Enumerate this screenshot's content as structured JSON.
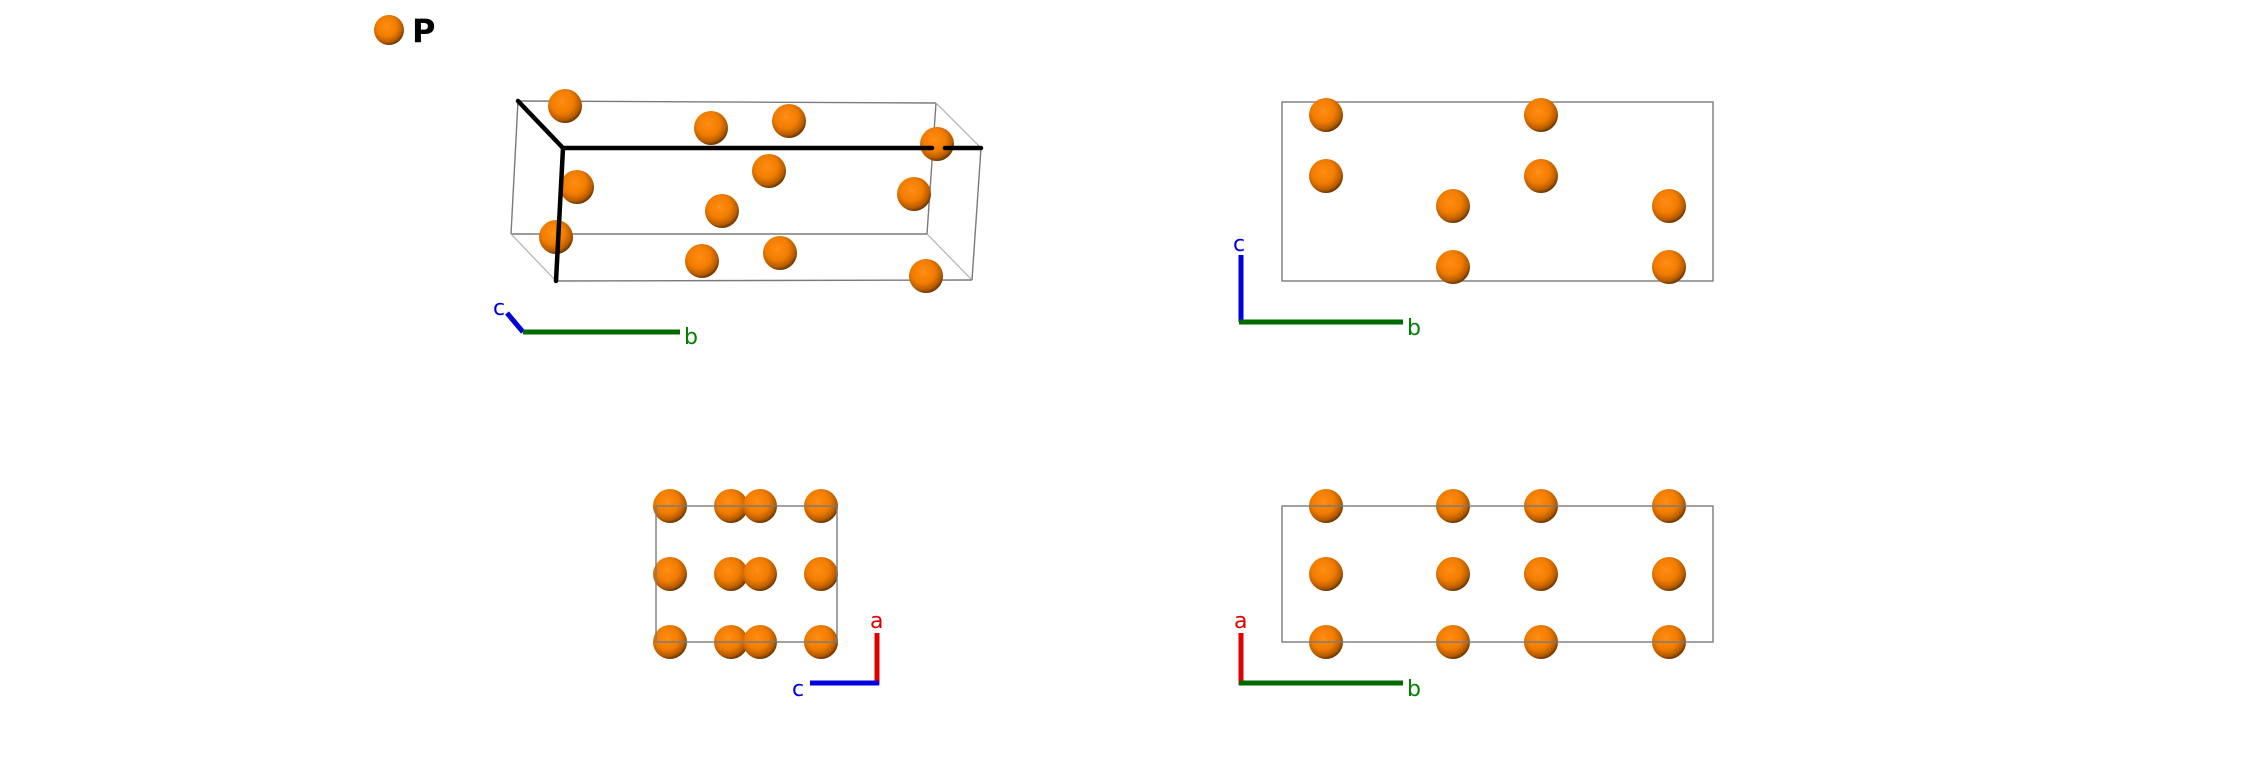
{
  "legend": {
    "element_symbol": "P",
    "element_color": "#f07f00"
  },
  "panels": [
    {
      "view": "perspective",
      "axes": {
        "first": "c",
        "second": "b"
      }
    },
    {
      "view": "along-a",
      "axes": {
        "vertical": "c",
        "horizontal": "b"
      }
    },
    {
      "view": "along-b",
      "axes": {
        "vertical": "a",
        "horizontal": "c"
      }
    },
    {
      "view": "along-c",
      "axes": {
        "vertical": "a",
        "horizontal": "b"
      }
    }
  ],
  "colors": {
    "axis_a": "#e00000",
    "axis_b": "#008000",
    "axis_c": "#0000dd",
    "atom": "#f07f00",
    "cell_edge": "#7a7a7a"
  }
}
